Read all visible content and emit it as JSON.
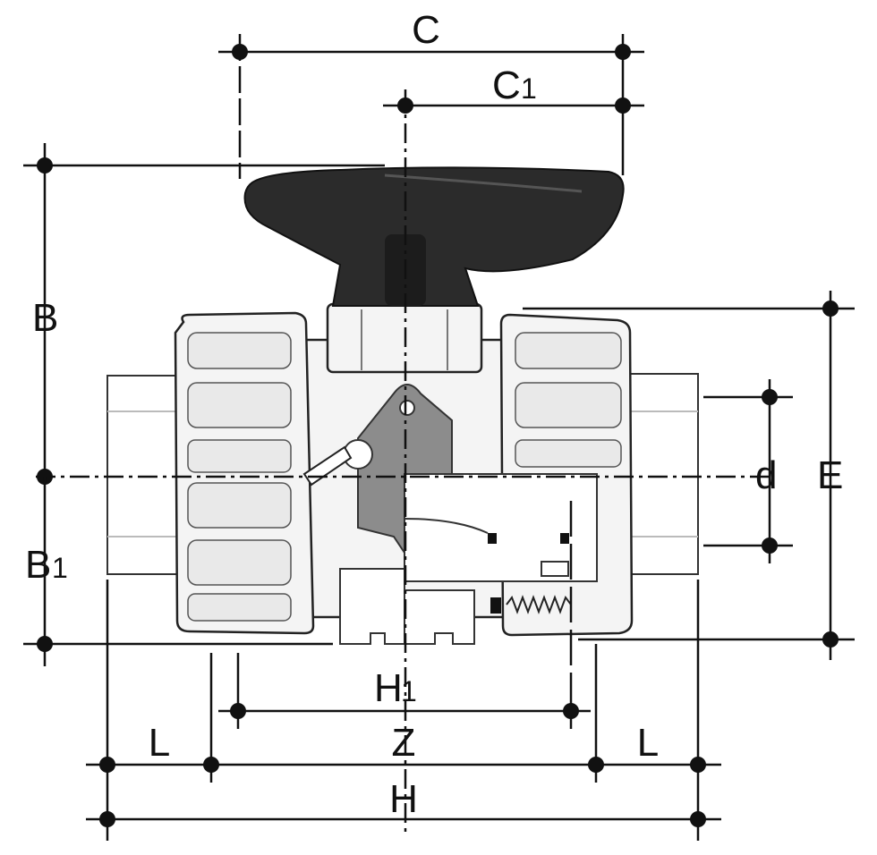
{
  "labels": {
    "C": "C",
    "C1_main": "C",
    "C1_sub": "1",
    "B": "B",
    "B1_main": "B",
    "B1_sub": "1",
    "E": "E",
    "d": "d",
    "H1_main": "H",
    "H1_sub": "1",
    "Z": "Z",
    "L_left": "L",
    "L_right": "L",
    "H": "H"
  },
  "colors": {
    "line": "#111111",
    "body": "#f4f4f4",
    "handle": "#2b2b2b",
    "section": "#8c8c8c"
  }
}
